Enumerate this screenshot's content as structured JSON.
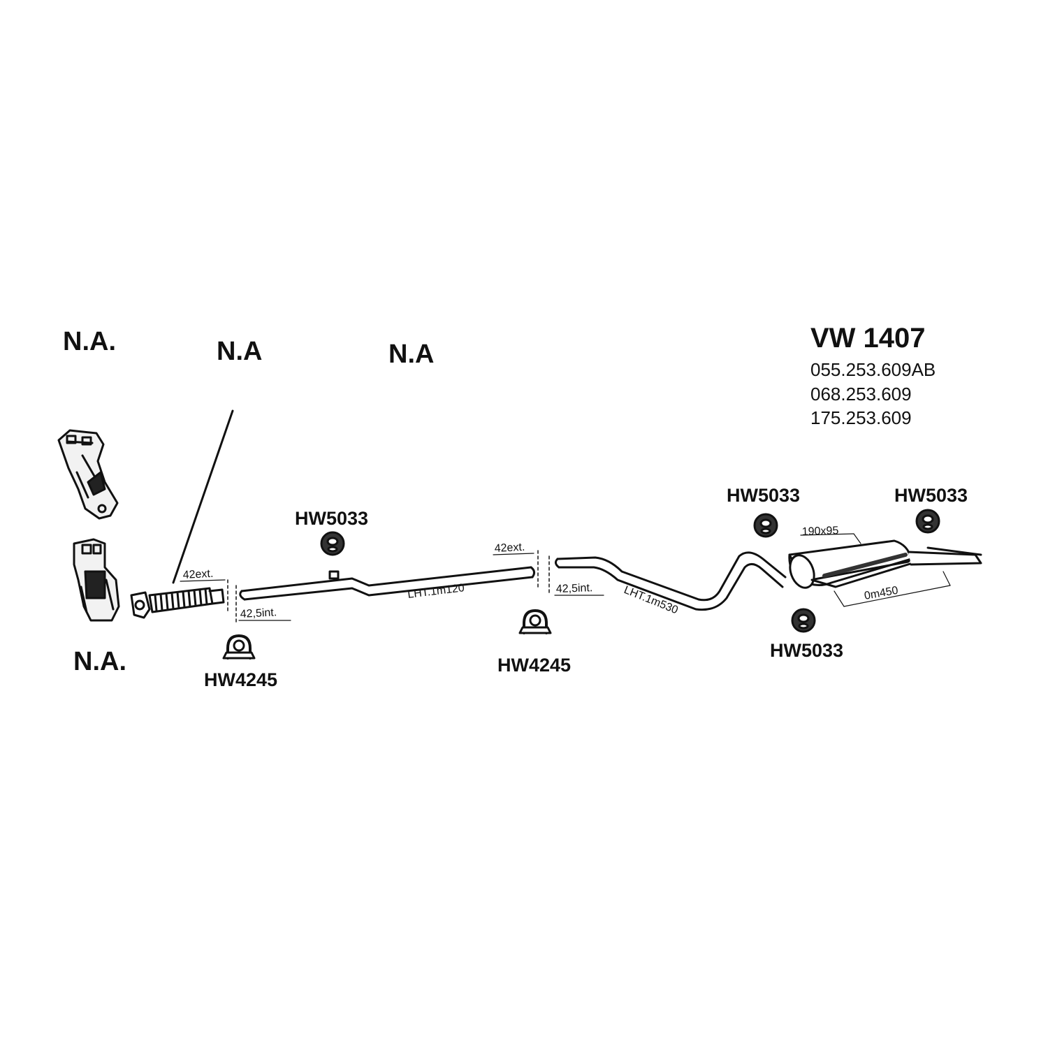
{
  "header": {
    "title": "VW 1407",
    "part_numbers": [
      "055.253.609AB",
      "068.253.609",
      "175.253.609"
    ]
  },
  "not_available": {
    "manifold_top": "N.A.",
    "flex_pipe": "N.A",
    "front_section": "N.A",
    "manifold_bottom": "N.A."
  },
  "hardware": {
    "hanger_front": "HW5033",
    "clamp_front": "HW4245",
    "clamp_mid": "HW4245",
    "hanger_rear_top": "HW5033",
    "hanger_rear_right": "HW5033",
    "hanger_rear_bottom": "HW5033"
  },
  "dimensions": {
    "front_ext": "42ext.",
    "front_int": "42,5int.",
    "mid_length": "LHT.1m120",
    "mid_ext": "42ext.",
    "rear_int": "42,5int.",
    "rear_length": "LHT.1m530",
    "muffler_size": "190x95",
    "muffler_length": "0m450"
  }
}
